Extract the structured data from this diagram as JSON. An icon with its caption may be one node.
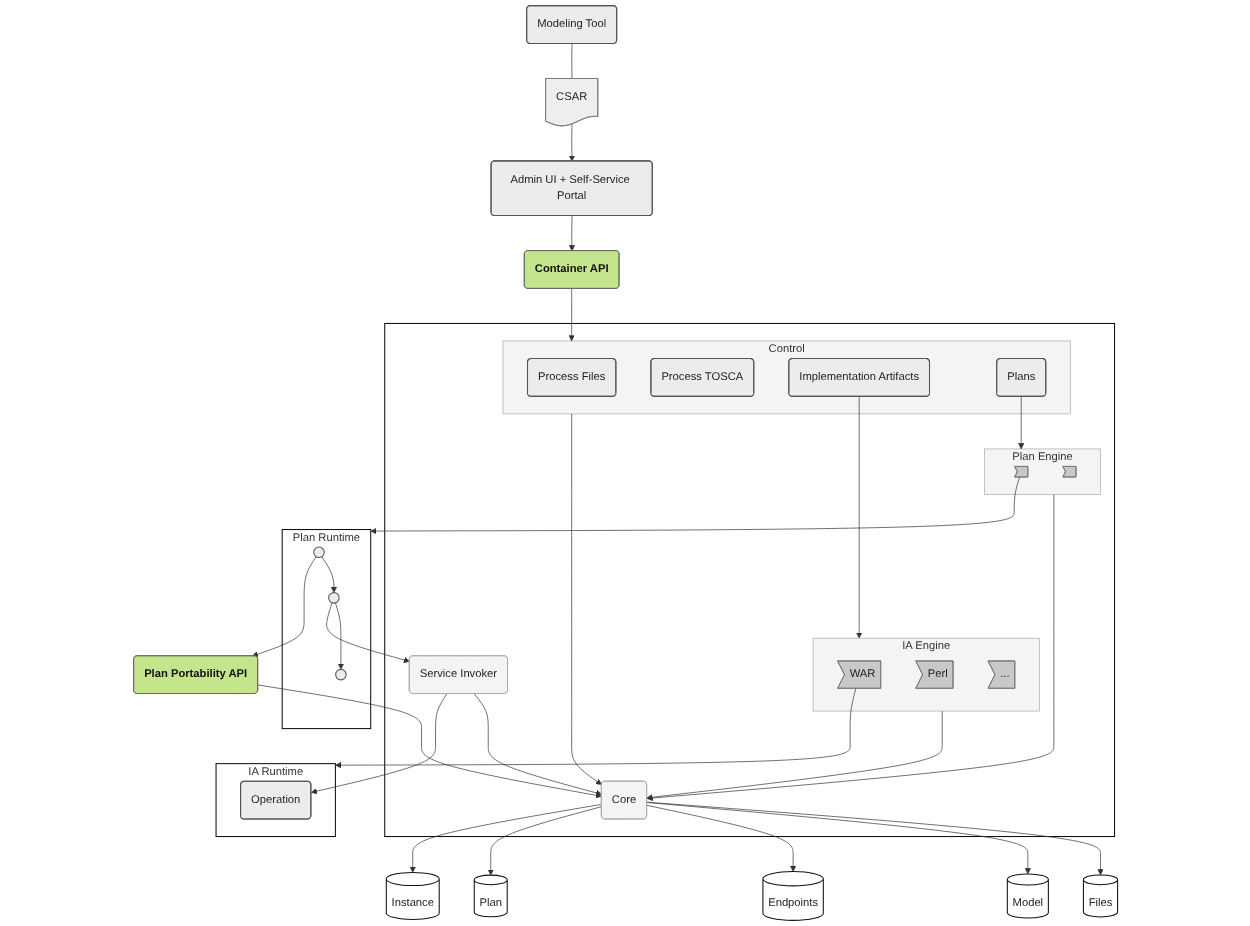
{
  "diagram": {
    "nodes": [
      {
        "text": [
          "Modeling Tool"
        ]
      },
      {
        "text": [
          "CSAR"
        ]
      },
      {
        "text": [
          "Admin UI + Self-Service Portal"
        ]
      },
      {
        "text": [],
        "shape": "box"
      },
      {
        "text": [
          "Container API"
        ]
      },
      {
        "text": [
          "Control"
        ],
        "in": 3
      },
      {
        "text": [
          "Process Files"
        ],
        "in": 5
      },
      {
        "text": [
          "Process TOSCA"
        ],
        "in": 5
      },
      {
        "text": [
          "Implementation Artifacts"
        ],
        "in": 5
      },
      {
        "text": [
          "Plans"
        ],
        "in": 5
      },
      {
        "text": [
          "IA Engine"
        ],
        "in": 3
      },
      {
        "text": [
          "WAR"
        ],
        "in": 10
      },
      {
        "text": [
          "Perl"
        ],
        "in": 10
      },
      {
        "text": [
          "..."
        ],
        "in": 10
      },
      {
        "text": [
          "Service Invoker"
        ],
        "in": 3
      },
      {
        "text": [
          "Plan Engine"
        ],
        "in": 3
      },
      {
        "text": [],
        "shape": "box",
        "in": 15
      },
      {
        "text": [],
        "shape": "box",
        "in": 15
      },
      {
        "text": [
          "Core"
        ],
        "in": 3
      },
      {
        "text": [
          "Plan Portability API"
        ]
      },
      {
        "text": [
          "IA Runtime"
        ]
      },
      {
        "text": [
          "Operation"
        ],
        "in": 20
      },
      {
        "text": [
          "Plan Runtime"
        ]
      },
      {
        "text": [],
        "shape": "circle",
        "in": 22
      },
      {
        "text": [],
        "shape": "circle",
        "in": 22
      },
      {
        "text": [],
        "shape": "circle",
        "in": 22
      },
      {
        "text": [
          "Files"
        ]
      },
      {
        "text": [
          "Model"
        ]
      },
      {
        "text": [
          "Endpoints"
        ]
      },
      {
        "text": [
          "Plan"
        ]
      },
      {
        "text": [
          "Instance"
        ]
      }
    ],
    "edges": [
      {
        "from": 0,
        "to": 1,
        "arrow": "none"
      },
      {
        "from": 1,
        "to": 2,
        "arrow": "to"
      },
      {
        "from": 2,
        "to": 4,
        "arrow": "to"
      },
      {
        "from": 4,
        "to": 5,
        "arrow": "to"
      },
      {
        "from": 8,
        "to": 10,
        "arrow": "to"
      },
      {
        "from": 9,
        "to": 15,
        "arrow": "to"
      },
      {
        "from": 5,
        "to": 18,
        "arrow": "to"
      },
      {
        "from": 10,
        "to": 18,
        "arrow": "to"
      },
      {
        "from": 14,
        "to": 18,
        "arrow": "to"
      },
      {
        "from": 15,
        "to": 18,
        "arrow": "to"
      },
      {
        "from": 19,
        "to": 18,
        "arrow": "to"
      },
      {
        "from": 11,
        "to": 20,
        "arrow": "to"
      },
      {
        "from": 14,
        "to": 21,
        "arrow": "to"
      },
      {
        "from": 16,
        "to": 22,
        "arrow": "to"
      },
      {
        "from": 23,
        "to": 24,
        "arrow": "to"
      },
      {
        "from": 24,
        "to": 25,
        "arrow": "to"
      },
      {
        "from": 24,
        "to": 14,
        "arrow": "to"
      },
      {
        "from": 23,
        "to": 19,
        "arrow": "to"
      },
      {
        "from": 18,
        "to": 26,
        "arrow": "to"
      },
      {
        "from": 18,
        "to": 27,
        "arrow": "to"
      },
      {
        "from": 18,
        "to": 28,
        "arrow": "to"
      },
      {
        "from": 18,
        "to": 29,
        "arrow": "to"
      },
      {
        "from": 18,
        "to": 30,
        "arrow": "to"
      }
    ]
  }
}
